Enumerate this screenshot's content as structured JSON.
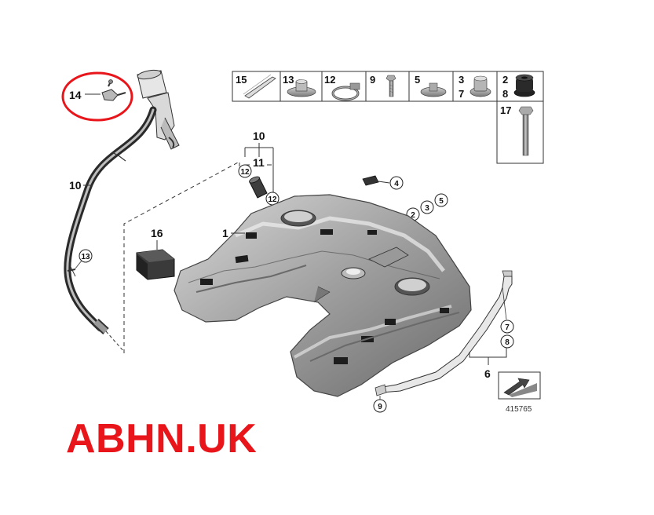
{
  "diagram": {
    "callouts": {
      "hose": "10",
      "hose_clip": "13",
      "valve": "14",
      "tank": "1",
      "bracket": "16",
      "group_top": "10",
      "group_mid": "11",
      "grommet_left": "12",
      "grommet_right": "12",
      "pad": "4",
      "c2": "2",
      "c3": "3",
      "c5": "5",
      "strap_7": "7",
      "strap_8": "8",
      "strap": "6",
      "strap_9": "9"
    },
    "parts_table": {
      "cells": [
        "15",
        "13",
        "12",
        "9",
        "5",
        "3",
        "7",
        "2",
        "8"
      ],
      "extra": "17"
    },
    "drawing_number": "415765"
  },
  "watermark": "ABHN.UK",
  "colors": {
    "highlight_circle": "#e8161b",
    "watermark": "#e8161b",
    "line_art": "#222222",
    "tank_fill": "#9a9a9a"
  }
}
